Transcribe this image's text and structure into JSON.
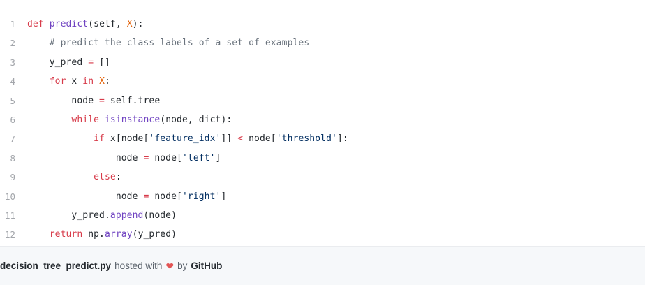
{
  "gist": {
    "background": "#ffffff",
    "text_color": "#24292e",
    "line_number_color": "#a3a6ab",
    "colors": {
      "keyword": "#d73a49",
      "function": "#6f42c1",
      "string": "#032f62",
      "comment": "#6a737d",
      "param": "#e36209",
      "plain": "#24292e"
    },
    "lines": [
      {
        "number": "1",
        "tokens": [
          {
            "text": "def ",
            "color": "#d73a49"
          },
          {
            "text": "predict",
            "color": "#6f42c1"
          },
          {
            "text": "(self, ",
            "color": "#24292e"
          },
          {
            "text": "X",
            "color": "#e36209"
          },
          {
            "text": "):",
            "color": "#24292e"
          }
        ]
      },
      {
        "number": "2",
        "tokens": [
          {
            "text": "    ",
            "color": "#24292e"
          },
          {
            "text": "# predict the class labels of a set of examples",
            "color": "#6a737d"
          }
        ]
      },
      {
        "number": "3",
        "tokens": [
          {
            "text": "    y_pred ",
            "color": "#24292e"
          },
          {
            "text": "=",
            "color": "#d73a49"
          },
          {
            "text": " []",
            "color": "#24292e"
          }
        ]
      },
      {
        "number": "4",
        "tokens": [
          {
            "text": "    ",
            "color": "#24292e"
          },
          {
            "text": "for",
            "color": "#d73a49"
          },
          {
            "text": " x ",
            "color": "#24292e"
          },
          {
            "text": "in",
            "color": "#d73a49"
          },
          {
            "text": " ",
            "color": "#24292e"
          },
          {
            "text": "X",
            "color": "#e36209"
          },
          {
            "text": ":",
            "color": "#24292e"
          }
        ]
      },
      {
        "number": "5",
        "tokens": [
          {
            "text": "        node ",
            "color": "#24292e"
          },
          {
            "text": "=",
            "color": "#d73a49"
          },
          {
            "text": " self.tree",
            "color": "#24292e"
          }
        ]
      },
      {
        "number": "6",
        "tokens": [
          {
            "text": "        ",
            "color": "#24292e"
          },
          {
            "text": "while",
            "color": "#d73a49"
          },
          {
            "text": " ",
            "color": "#24292e"
          },
          {
            "text": "isinstance",
            "color": "#6f42c1"
          },
          {
            "text": "(node, dict):",
            "color": "#24292e"
          }
        ]
      },
      {
        "number": "7",
        "tokens": [
          {
            "text": "            ",
            "color": "#24292e"
          },
          {
            "text": "if",
            "color": "#d73a49"
          },
          {
            "text": " x[node[",
            "color": "#24292e"
          },
          {
            "text": "'feature_idx'",
            "color": "#032f62"
          },
          {
            "text": "]] ",
            "color": "#24292e"
          },
          {
            "text": "<",
            "color": "#d73a49"
          },
          {
            "text": " node[",
            "color": "#24292e"
          },
          {
            "text": "'threshold'",
            "color": "#032f62"
          },
          {
            "text": "]:",
            "color": "#24292e"
          }
        ]
      },
      {
        "number": "8",
        "tokens": [
          {
            "text": "                node ",
            "color": "#24292e"
          },
          {
            "text": "=",
            "color": "#d73a49"
          },
          {
            "text": " node[",
            "color": "#24292e"
          },
          {
            "text": "'left'",
            "color": "#032f62"
          },
          {
            "text": "]",
            "color": "#24292e"
          }
        ]
      },
      {
        "number": "9",
        "tokens": [
          {
            "text": "            ",
            "color": "#24292e"
          },
          {
            "text": "else",
            "color": "#d73a49"
          },
          {
            "text": ":",
            "color": "#24292e"
          }
        ]
      },
      {
        "number": "10",
        "tokens": [
          {
            "text": "                node ",
            "color": "#24292e"
          },
          {
            "text": "=",
            "color": "#d73a49"
          },
          {
            "text": " node[",
            "color": "#24292e"
          },
          {
            "text": "'right'",
            "color": "#032f62"
          },
          {
            "text": "]",
            "color": "#24292e"
          }
        ]
      },
      {
        "number": "11",
        "tokens": [
          {
            "text": "        y_pred.",
            "color": "#24292e"
          },
          {
            "text": "append",
            "color": "#6f42c1"
          },
          {
            "text": "(node)",
            "color": "#24292e"
          }
        ]
      },
      {
        "number": "12",
        "tokens": [
          {
            "text": "    ",
            "color": "#24292e"
          },
          {
            "text": "return",
            "color": "#d73a49"
          },
          {
            "text": " np.",
            "color": "#24292e"
          },
          {
            "text": "array",
            "color": "#6f42c1"
          },
          {
            "text": "(y_pred)",
            "color": "#24292e"
          }
        ]
      }
    ]
  },
  "footer": {
    "filename": "decision_tree_predict.py",
    "hosted_with": "hosted with",
    "heart_icon": "❤",
    "by": "by",
    "brand": "GitHub",
    "background": "#f6f8fa"
  }
}
